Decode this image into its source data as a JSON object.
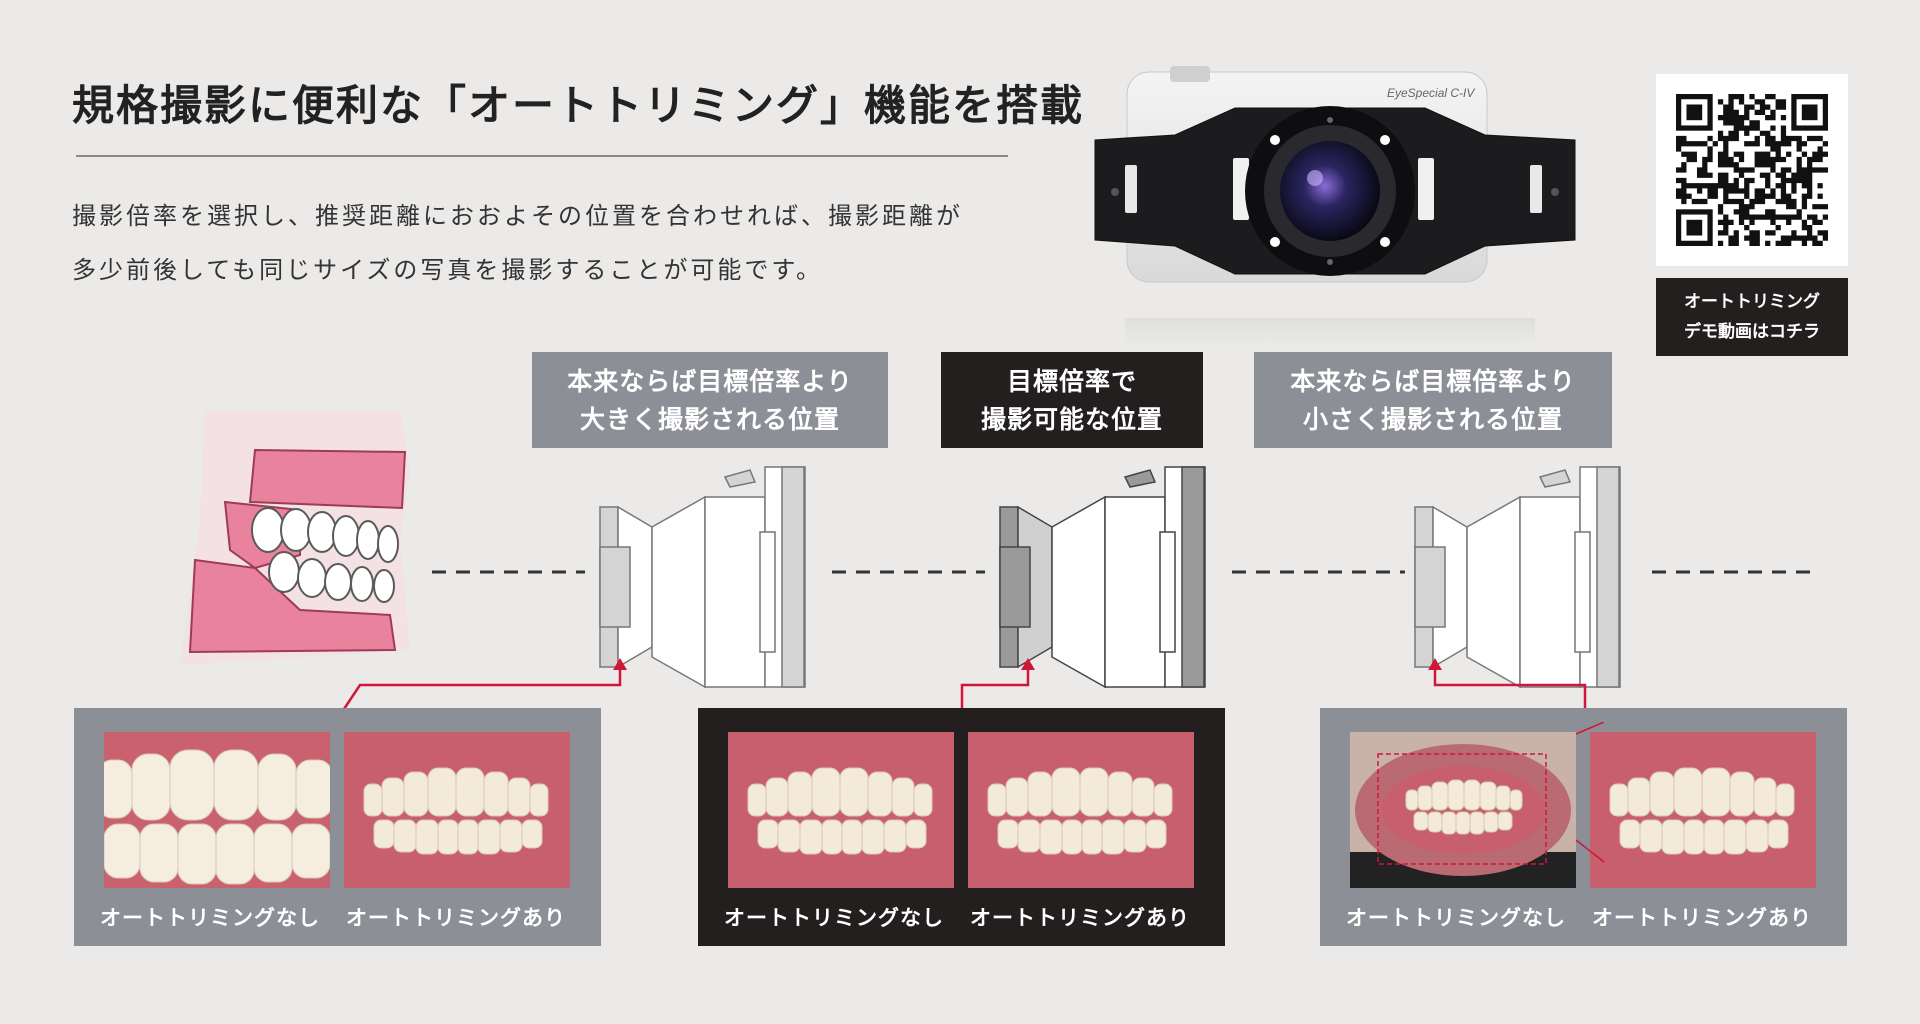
{
  "header": {
    "title": "規格撮影に便利な「オートトリミング」機能を搭載",
    "description_line1": "撮影倍率を選択し、推奨距離におおよその位置を合わせれば、撮影距離が",
    "description_line2": "多少前後しても同じサイズの写真を撮影することが可能です。"
  },
  "camera": {
    "brand_text": "EyeSpecial C-IV"
  },
  "qr": {
    "label_line1": "オートトリミング",
    "label_line2": "デモ動画はコチラ"
  },
  "positions": [
    {
      "line1": "本来ならば目標倍率より",
      "line2": "大きく撮影される位置",
      "theme": "gray"
    },
    {
      "line1": "目標倍率で",
      "line2": "撮影可能な位置",
      "theme": "dark"
    },
    {
      "line1": "本来ならば目標倍率より",
      "line2": "小さく撮影される位置",
      "theme": "gray"
    }
  ],
  "panels": [
    {
      "caption_without": "オートトリミングなし",
      "caption_with": "オートトリミングあり"
    },
    {
      "caption_without": "オートトリミングなし",
      "caption_with": "オートトリミングあり"
    },
    {
      "caption_without": "オートトリミングなし",
      "caption_with": "オートトリミングあり"
    }
  ],
  "colors": {
    "background": "#ebeae8",
    "gray_panel": "#8c8f95",
    "dark_panel": "#231f1f",
    "accent_red": "#d2163a",
    "gum_pink": "#e9839d"
  }
}
